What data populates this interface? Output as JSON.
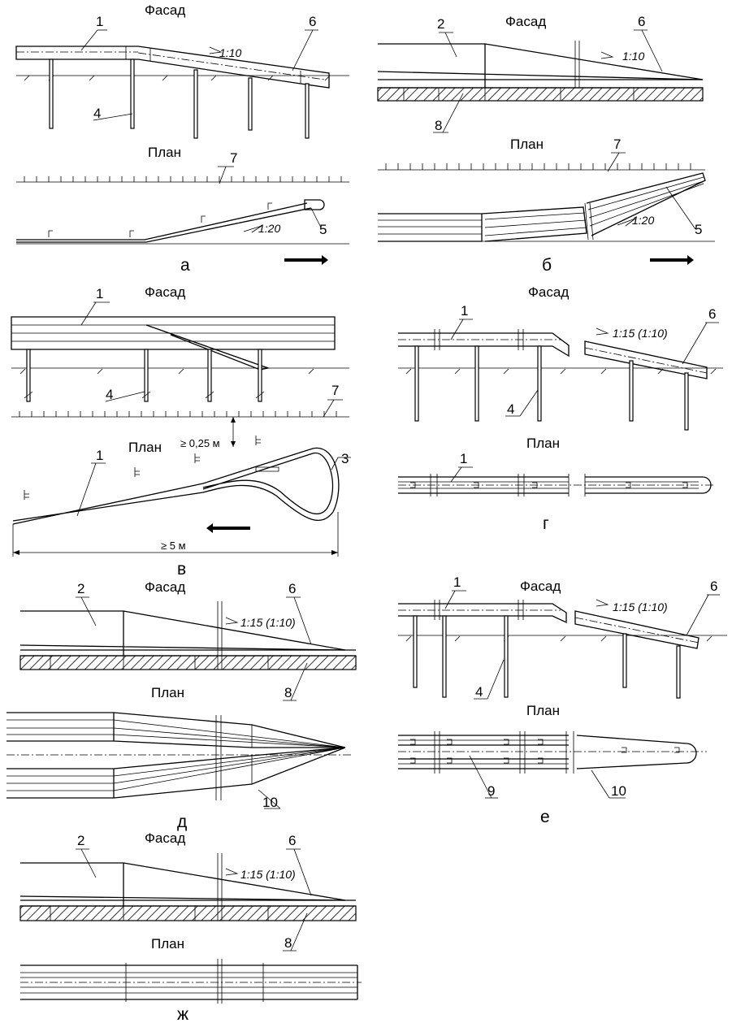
{
  "labels": {
    "facade": "Фасад",
    "plan": "План"
  },
  "captions": {
    "a": "а",
    "b": "б",
    "v": "в",
    "g": "г",
    "d": "д",
    "e": "е",
    "zh": "ж"
  },
  "callouts": {
    "n1": "1",
    "n2": "2",
    "n3": "3",
    "n4": "4",
    "n5": "5",
    "n6": "6",
    "n7": "7",
    "n8": "8",
    "n9": "9",
    "n10": "10"
  },
  "slopes": {
    "s1_10": "1:10",
    "s1_20": "1:20",
    "s1_15": "1:15 (1:10)"
  },
  "dimensions": {
    "min_offset": "≥ 0,25 м",
    "min_length": "≥ 5 м"
  }
}
